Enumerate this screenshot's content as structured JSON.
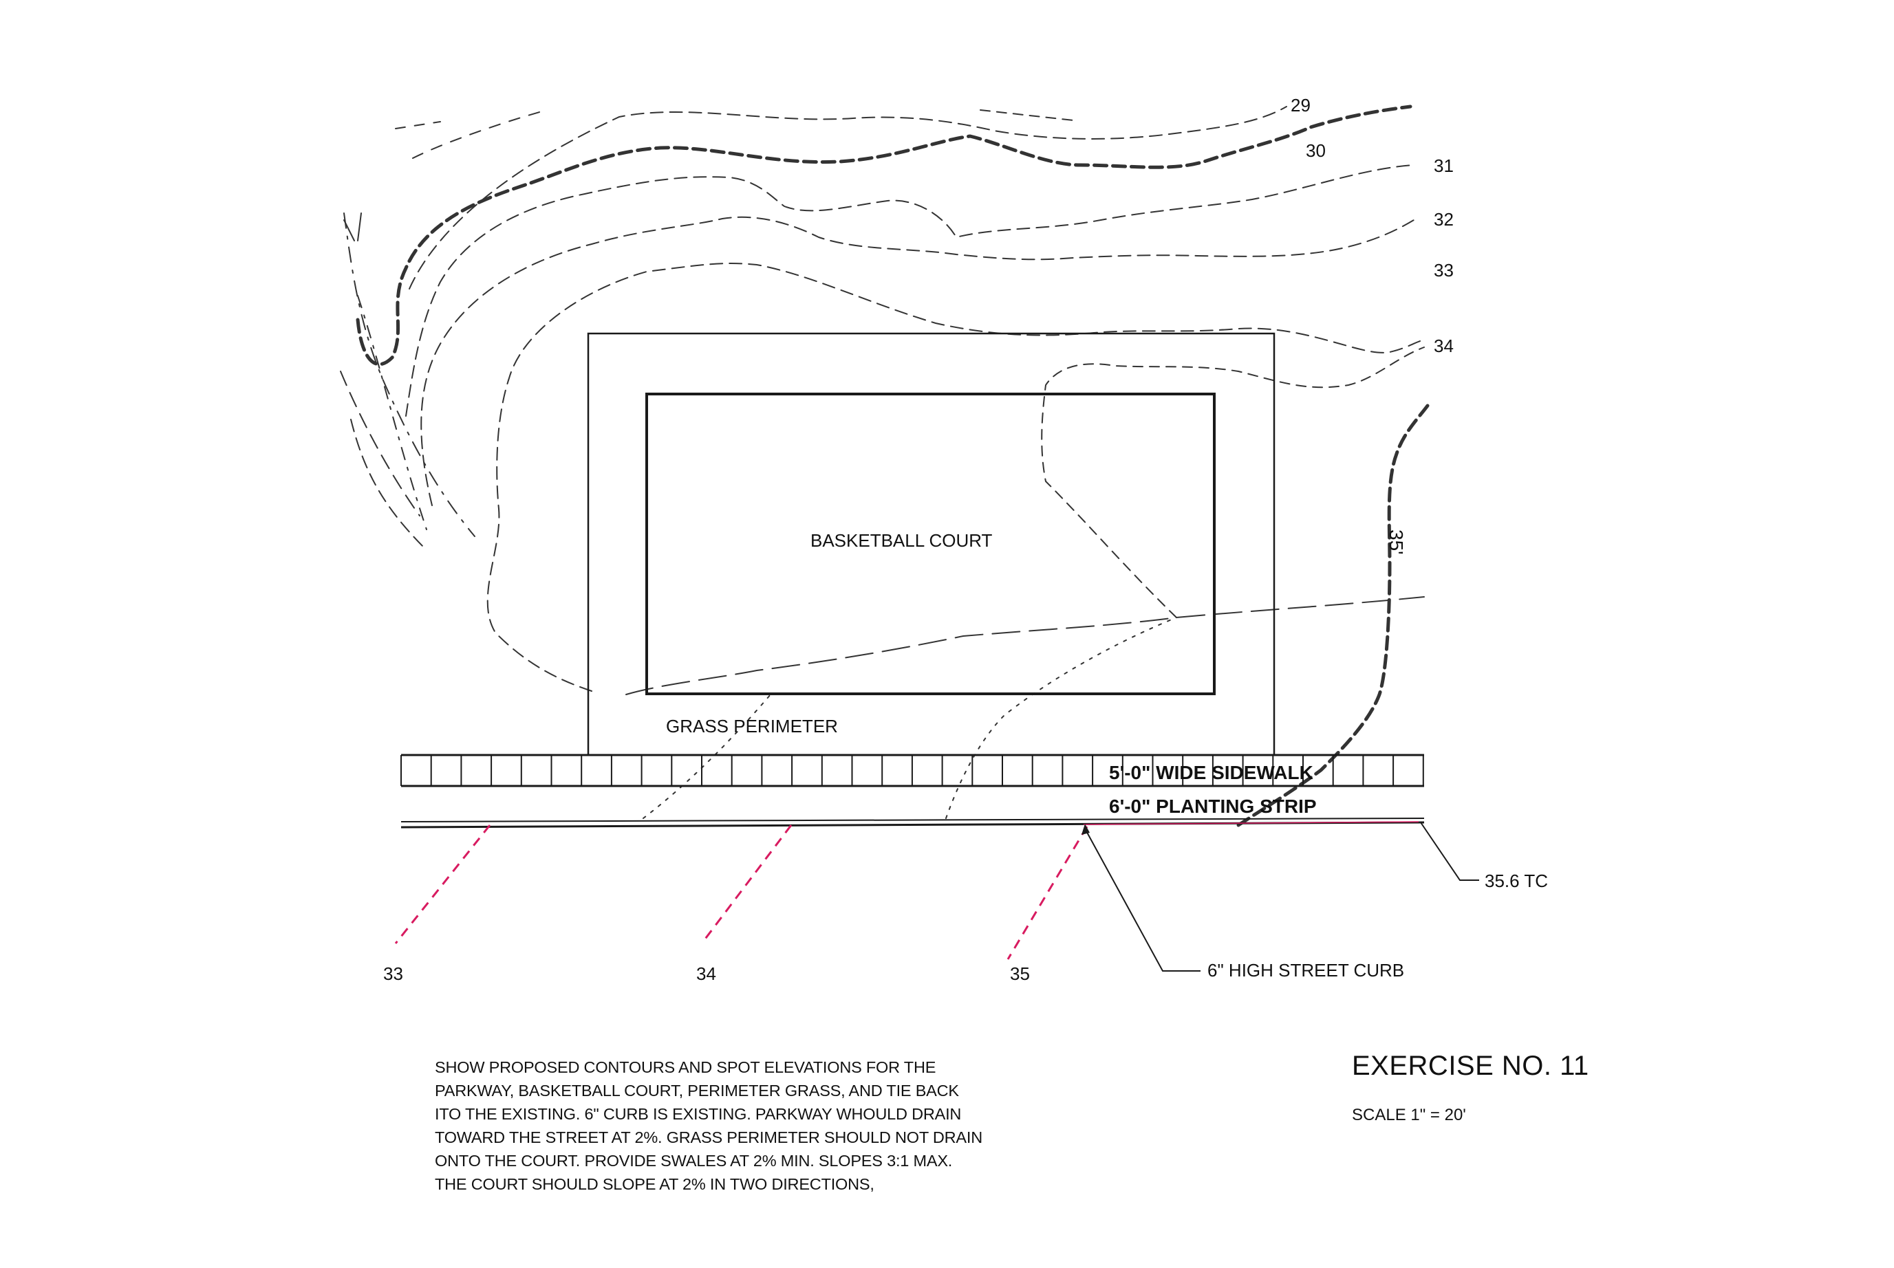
{
  "contours": {
    "labels": [
      "29",
      "30",
      "31",
      "32",
      "33",
      "34",
      "35'"
    ],
    "proposed_labels": [
      "33",
      "34",
      "35"
    ]
  },
  "site": {
    "court_label": "BASKETBALL COURT",
    "grass_label": "GRASS PERIMETER",
    "sidewalk_label": "5'-0\" WIDE SIDEWALK",
    "planting_label": "6'-0\" PLANTING STRIP",
    "tc_label": "35.6 TC",
    "curb_label": "6\" HIGH STREET CURB"
  },
  "notes": [
    "SHOW PROPOSED CONTOURS AND SPOT ELEVATIONS FOR THE",
    "PARKWAY, BASKETBALL COURT, PERIMETER GRASS, AND TIE BACK",
    "ITO THE EXISTING. 6\" CURB IS EXISTING. PARKWAY WHOULD DRAIN",
    "TOWARD THE STREET AT 2%. GRASS PERIMETER SHOULD NOT DRAIN",
    "ONTO THE COURT. PROVIDE SWALES AT 2% MIN. SLOPES 3:1 MAX.",
    "THE COURT SHOULD SLOPE AT 2% IN TWO DIRECTIONS,"
  ],
  "title": {
    "exercise": "EXERCISE NO. 11",
    "scale": "SCALE 1\" = 20'"
  },
  "colors": {
    "ink": "#1a1a1a",
    "proposed_contour": "#d81b60"
  }
}
